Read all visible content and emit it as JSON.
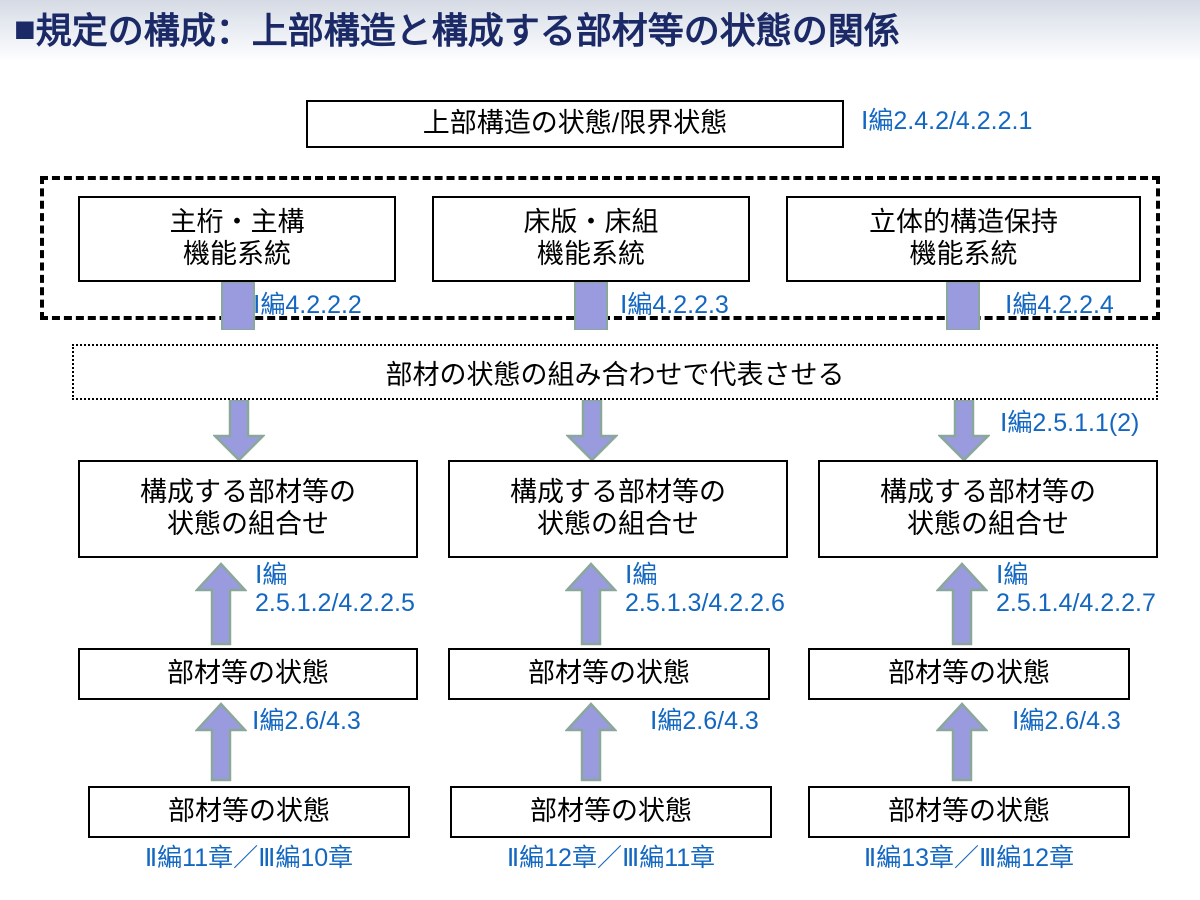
{
  "header": {
    "bullet": "■",
    "title": "規定の構成：上部構造と構成する部材等の状態の関係"
  },
  "colors": {
    "title_text": "#1b2a66",
    "reference_blue": "#1367c0",
    "arrow_fill": "#9a9ade",
    "arrow_stroke": "#8aa89a",
    "box_border": "#000000"
  },
  "top": {
    "box_label": "上部構造の状態/限界状態",
    "reference": "Ⅰ編2.4.2/4.2.2.1"
  },
  "systems": {
    "boxes": [
      {
        "label": "主桁・主構\n機能系統",
        "reference": "Ⅰ編4.2.2.2"
      },
      {
        "label": "床版・床組\n機能系統",
        "reference": "Ⅰ編4.2.2.3"
      },
      {
        "label": "立体的構造保持\n機能系統",
        "reference": "Ⅰ編4.2.2.4"
      }
    ]
  },
  "representation": {
    "label": "部材の状態の組み合わせで代表させる",
    "reference": "Ⅰ編2.5.1.1(2)"
  },
  "combination": {
    "boxes": [
      {
        "label": "構成する部材等の\n状態の組合せ",
        "reference": "Ⅰ編\n2.5.1.2/4.2.2.5"
      },
      {
        "label": "構成する部材等の\n状態の組合せ",
        "reference": "Ⅰ編\n2.5.1.3/4.2.2.6"
      },
      {
        "label": "構成する部材等の\n状態の組合せ",
        "reference": "Ⅰ編\n2.5.1.4/4.2.2.7"
      }
    ]
  },
  "member_state_mid": {
    "boxes": [
      {
        "label": "部材等の状態",
        "reference": "Ⅰ編2.6/4.3"
      },
      {
        "label": "部材等の状態",
        "reference": "Ⅰ編2.6/4.3"
      },
      {
        "label": "部材等の状態",
        "reference": "Ⅰ編2.6/4.3"
      }
    ]
  },
  "member_state_bottom": {
    "boxes": [
      {
        "label": "部材等の状態",
        "reference": "Ⅱ編11章／Ⅲ編10章"
      },
      {
        "label": "部材等の状態",
        "reference": "Ⅱ編12章／Ⅲ編11章"
      },
      {
        "label": "部材等の状態",
        "reference": "Ⅱ編13章／Ⅲ編12章"
      }
    ]
  }
}
